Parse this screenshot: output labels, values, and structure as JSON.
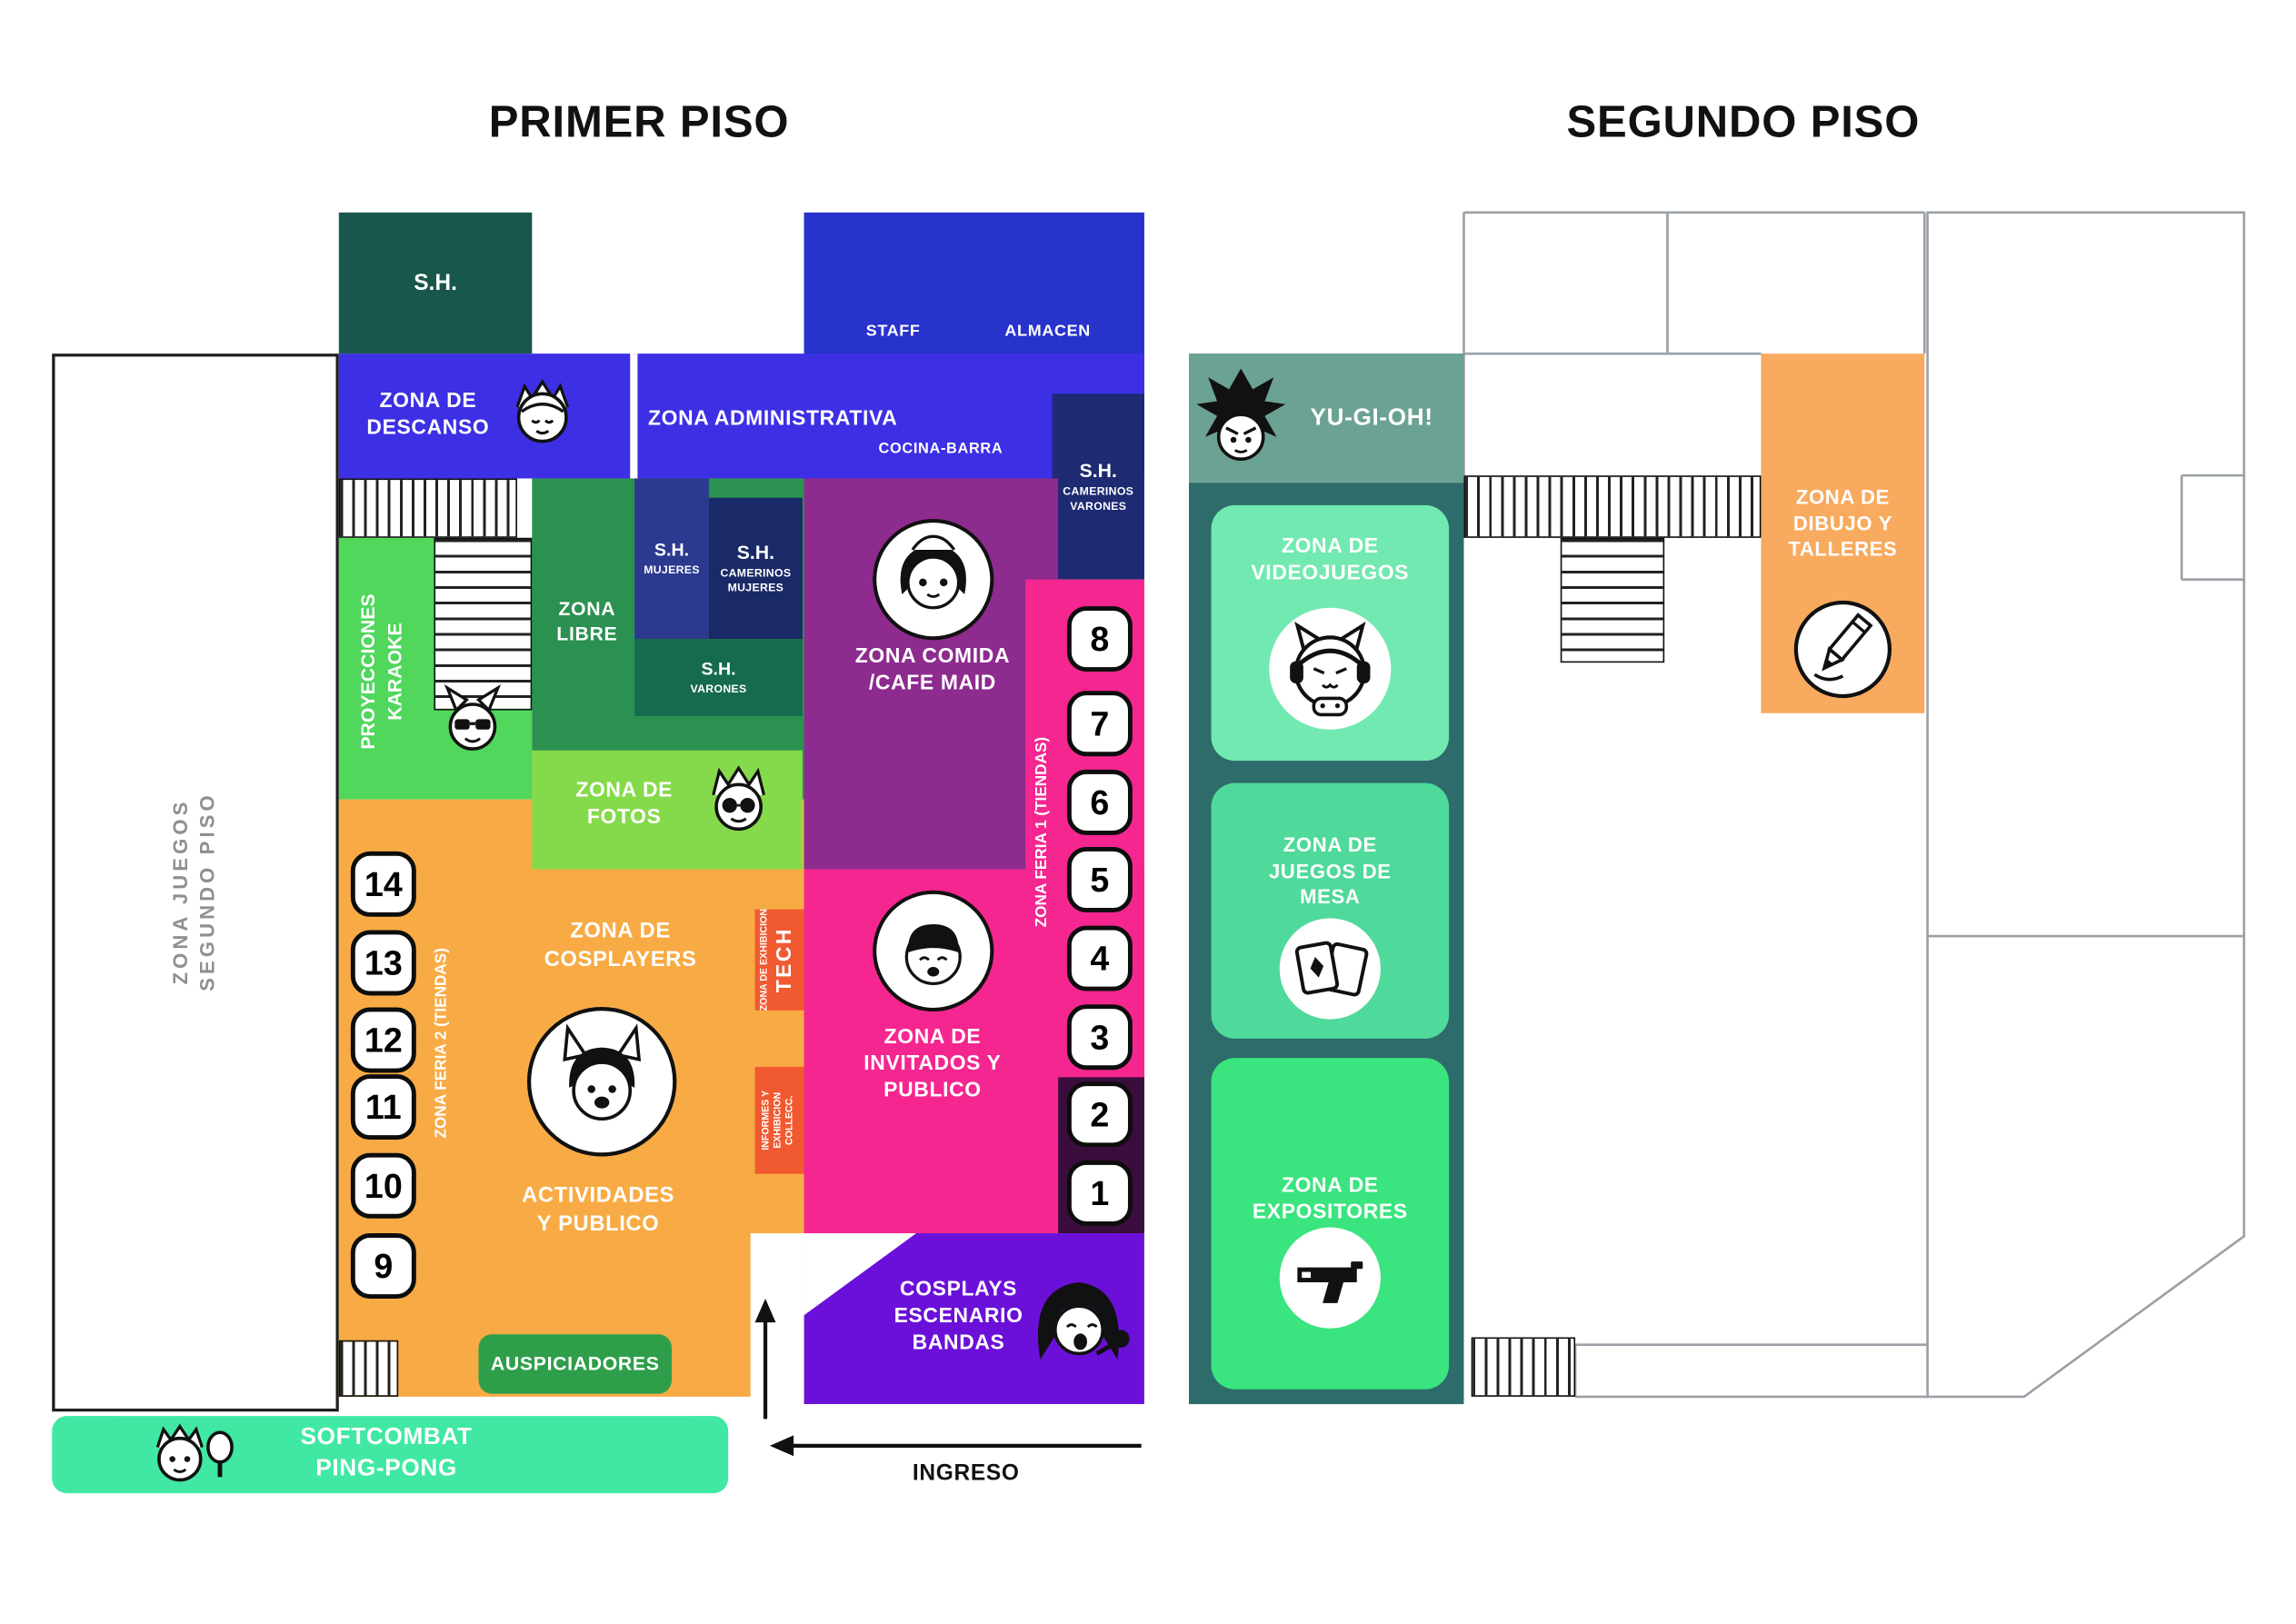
{
  "titles": {
    "floor1": "PRIMER PISO",
    "floor2": "SEGUNDO PISO"
  },
  "palette": {
    "teal_dark": "#19574c",
    "blue_dark": "#2733cb",
    "blue": "#3d2fe4",
    "navy_camerinos_varones": "#1e2a72",
    "navy_mujeres": "#2b3a8e",
    "navy_camerinos_mujeres": "#1a2a68",
    "green_mid": "#2b9150",
    "green_sh_varones": "#156b4b",
    "green_karaoke": "#50d75c",
    "green_fotos": "#85da4b",
    "purple_comida": "#8d2b8e",
    "pink": "#f5268f",
    "plum_dark": "#3a0d3d",
    "violet": "#6b10d8",
    "orange": "#f8ab45",
    "red_orange": "#f15a30",
    "green_auspiciadores": "#2f9e4a",
    "mint": "#40e8a4",
    "teal_column": "#2e6c6b",
    "teal_yugioh": "#6ba293",
    "mint_videojuegos": "#72e9b0",
    "mint_mesa": "#4fd99a",
    "green_expositores": "#3ae47e",
    "orange_dibujo": "#f8aa5e",
    "gray_label": "#8f8f8f"
  },
  "floor1": {
    "sh_top": "S.H.",
    "staff": "STAFF",
    "almacen": "ALMACEN",
    "descanso": [
      "ZONA DE",
      "DESCANSO"
    ],
    "administrativa": "ZONA ADMINISTRATIVA",
    "cocina_barra": "COCINA-BARRA",
    "sh_camerinos_varones": {
      "main": "S.H.",
      "sub": "CAMERINOS VARONES"
    },
    "sh_mujeres": {
      "main": "S.H.",
      "sub": "MUJERES"
    },
    "sh_camerinos_mujeres": {
      "main": "S.H.",
      "sub": "CAMERINOS MUJERES"
    },
    "sh_varones": {
      "main": "S.H.",
      "sub": "VARONES"
    },
    "zona_libre": [
      "ZONA",
      "LIBRE"
    ],
    "proyecciones_karaoke": [
      "PROYECCIONES",
      "KARAOKE"
    ],
    "zona_fotos": [
      "ZONA DE",
      "FOTOS"
    ],
    "zona_comida": [
      "ZONA COMIDA",
      "/CAFE MAID"
    ],
    "feria1": "ZONA FERIA 1 (TIENDAS)",
    "invitados": [
      "ZONA DE",
      "INVITADOS Y",
      "PUBLICO"
    ],
    "cosplayers": [
      "ZONA DE",
      "COSPLAYERS"
    ],
    "actividades": [
      "ACTIVIDADES",
      "Y PUBLICO"
    ],
    "feria2": "ZONA FERIA 2 (TIENDAS)",
    "exhibicion_tech": {
      "side": "ZONA DE EXHIBICION",
      "main": "TECH"
    },
    "informes": [
      "INFORMES Y",
      "EXHIBICION",
      "COLLECC."
    ],
    "auspiciadores": "AUSPICIADORES",
    "cosplays": [
      "COSPLAYS",
      "ESCENARIO",
      "BANDAS"
    ],
    "ingreso": "INGRESO",
    "zona_juegos": [
      "ZONA JUEGOS",
      "SEGUNDO PISO"
    ],
    "softcombat": [
      "SOFTCOMBAT",
      "PING-PONG"
    ],
    "stalls_right": [
      "8",
      "7",
      "6",
      "5",
      "4",
      "3",
      "2",
      "1"
    ],
    "stalls_left": [
      "14",
      "13",
      "12",
      "11",
      "10",
      "9"
    ]
  },
  "floor2": {
    "yugioh": "YU-GI-OH!",
    "videojuegos": [
      "ZONA DE",
      "VIDEOJUEGOS"
    ],
    "juegos_mesa": [
      "ZONA DE",
      "JUEGOS DE",
      "MESA"
    ],
    "expositores": [
      "ZONA DE",
      "EXPOSITORES"
    ],
    "dibujo": [
      "ZONA DE",
      "DIBUJO Y",
      "TALLERES"
    ]
  }
}
